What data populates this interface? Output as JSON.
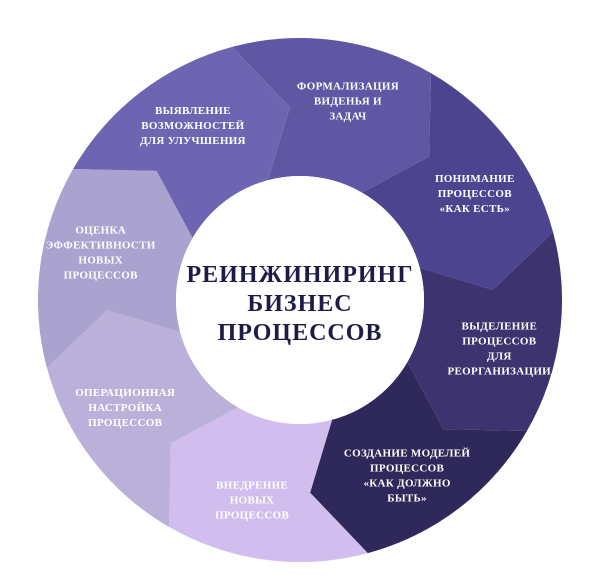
{
  "center": {
    "lines": [
      "РЕИНЖИНИРИНГ",
      "БИЗНЕС",
      "ПРОЦЕССОВ"
    ]
  },
  "segments": [
    {
      "lines": [
        "ФОРМАЛИЗАЦИЯ",
        "ВИДЕНЬЯ И",
        "ЗАДАЧ"
      ],
      "color": "#5f56a4"
    },
    {
      "lines": [
        "ПОНИМАНИЕ",
        "ПРОЦЕССОВ",
        "«КАК ЕСТЬ»"
      ],
      "color": "#4d4490"
    },
    {
      "lines": [
        "ВЫДЕЛЕНИЕ",
        "ПРОЦЕССОВ",
        "ДЛЯ",
        "РЕОРГАНИЗАЦИИ"
      ],
      "color": "#3c336f"
    },
    {
      "lines": [
        "СОЗДАНИЕ МОДЕЛЕЙ",
        "ПРОЦЕССОВ",
        "«КАК ДОЛЖНО",
        "БЫТЬ»"
      ],
      "color": "#2f285a"
    },
    {
      "lines": [
        "ВНЕДРЕНИЕ",
        "НОВЫХ",
        "ПРОЦЕССОВ"
      ],
      "color": "#d2bdef"
    },
    {
      "lines": [
        "ОПЕРАЦИОННАЯ",
        "НАСТРОЙКА",
        "ПРОЦЕССОВ"
      ],
      "color": "#bbb0da"
    },
    {
      "lines": [
        "ОЦЕНКА",
        "ЭФФЕКТИВНОСТИ",
        "НОВЫХ",
        "ПРОЦЕССОВ"
      ],
      "color": "#aaa2cf"
    },
    {
      "lines": [
        "ВЫЯВЛЕНИЕ",
        "ВОЗМОЖНОСТЕЙ",
        "ДЛЯ УЛУЧШЕНИЯ"
      ],
      "color": "#6d65b1"
    }
  ]
}
